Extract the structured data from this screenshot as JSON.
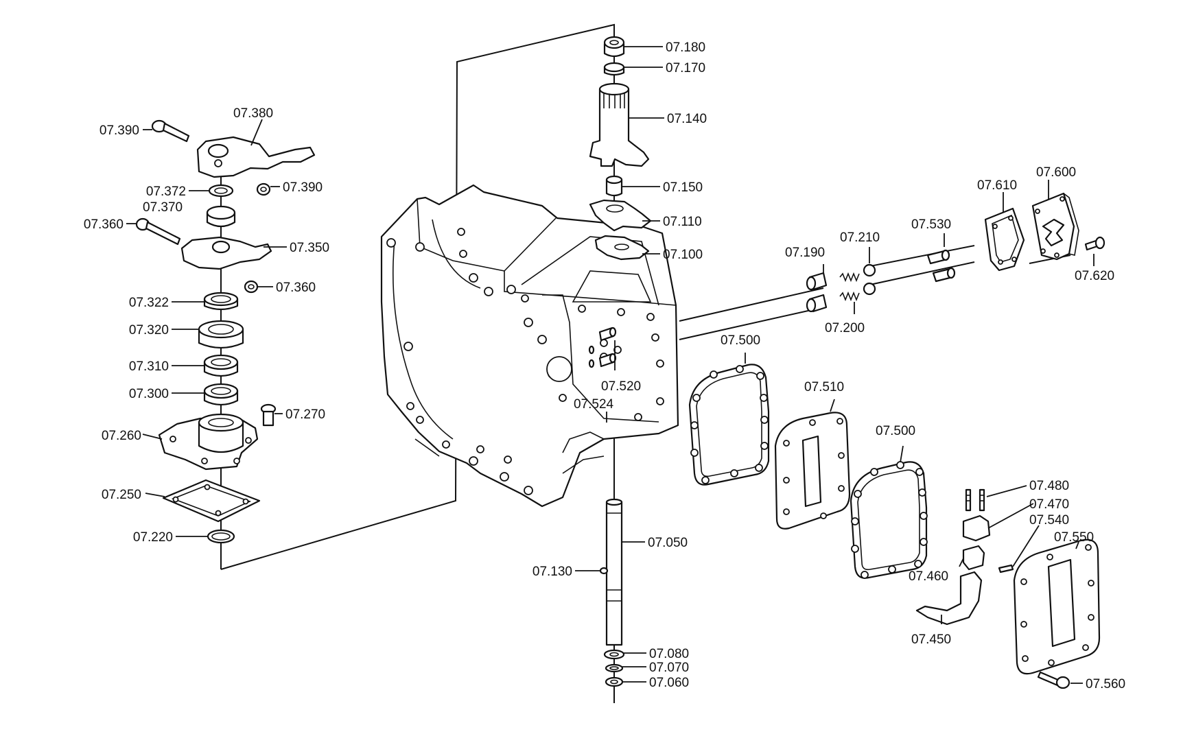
{
  "diagram": {
    "labels": {
      "p07_390a": "07.390",
      "p07_380": "07.380",
      "p07_390b": "07.390",
      "p07_372": "07.372",
      "p07_370": "07.370",
      "p07_360a": "07.360",
      "p07_350": "07.350",
      "p07_360b": "07.360",
      "p07_322": "07.322",
      "p07_320": "07.320",
      "p07_310": "07.310",
      "p07_300": "07.300",
      "p07_270": "07.270",
      "p07_260": "07.260",
      "p07_250": "07.250",
      "p07_220": "07.220",
      "p07_180": "07.180",
      "p07_170": "07.170",
      "p07_140": "07.140",
      "p07_150": "07.150",
      "p07_110": "07.110",
      "p07_100": "07.100",
      "p07_520": "07.520",
      "p07_524": "07.524",
      "p07_050": "07.050",
      "p07_130": "07.130",
      "p07_080": "07.080",
      "p07_070": "07.070",
      "p07_060": "07.060",
      "p07_190": "07.190",
      "p07_210": "07.210",
      "p07_200": "07.200",
      "p07_530": "07.530",
      "p07_610": "07.610",
      "p07_600": "07.600",
      "p07_620": "07.620",
      "p07_500a": "07.500",
      "p07_510": "07.510",
      "p07_500b": "07.500",
      "p07_480": "07.480",
      "p07_470": "07.470",
      "p07_540": "07.540",
      "p07_550": "07.550",
      "p07_460": "07.460",
      "p07_450": "07.450",
      "p07_560": "07.560"
    }
  }
}
